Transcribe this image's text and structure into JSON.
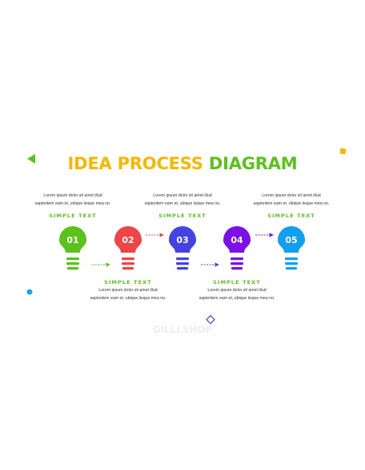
{
  "title": {
    "part1": "IDEA PROCESS",
    "part2": "DIAGRAM"
  },
  "colors": {
    "title_primary": "#f5b800",
    "title_accent": "#5ac21b",
    "label": "#5ac21b"
  },
  "steps": [
    {
      "number": "01",
      "label": "SIMPLE TEXT",
      "line1": "Lorem ipsum dolor sit amet illud",
      "line2": "sapientem eam et, ubique iisque mea no.",
      "color": "#5ac21b",
      "text_position": "above"
    },
    {
      "number": "02",
      "label": "SIMPLE TEXT",
      "line1": "Lorem ipsum dolor sit amet illud",
      "line2": "sapientem eam et, ubique iisque mea no.",
      "color": "#ef4545",
      "text_position": "below"
    },
    {
      "number": "03",
      "label": "SIMPLE TEXT",
      "line1": "Lorem ipsum dolor sit amet illud",
      "line2": "sapientem eam et, ubique iisque mea no.",
      "color": "#4441e5",
      "text_position": "above"
    },
    {
      "number": "04",
      "label": "SIMPLE TEXT",
      "line1": "Lorem ipsum dolor sit amet illud",
      "line2": "sapientem eam et, ubique iisque mea no.",
      "color": "#7c10e6",
      "text_position": "below"
    },
    {
      "number": "05",
      "label": "SIMPLE TEXT",
      "line1": "Lorem ipsum dolor sit amet illud",
      "line2": "sapientem eam et, ubique iisque mea no.",
      "color": "#139ff0",
      "text_position": "above"
    }
  ],
  "watermark": "GILLLSHOP",
  "decorations": [
    {
      "shape": "triangle",
      "color": "#5ac21b"
    },
    {
      "shape": "square",
      "color": "#f5b800"
    },
    {
      "shape": "circle",
      "color": "#1ea3f2"
    },
    {
      "shape": "diamond-outline",
      "color": "#4a5bbf"
    }
  ]
}
